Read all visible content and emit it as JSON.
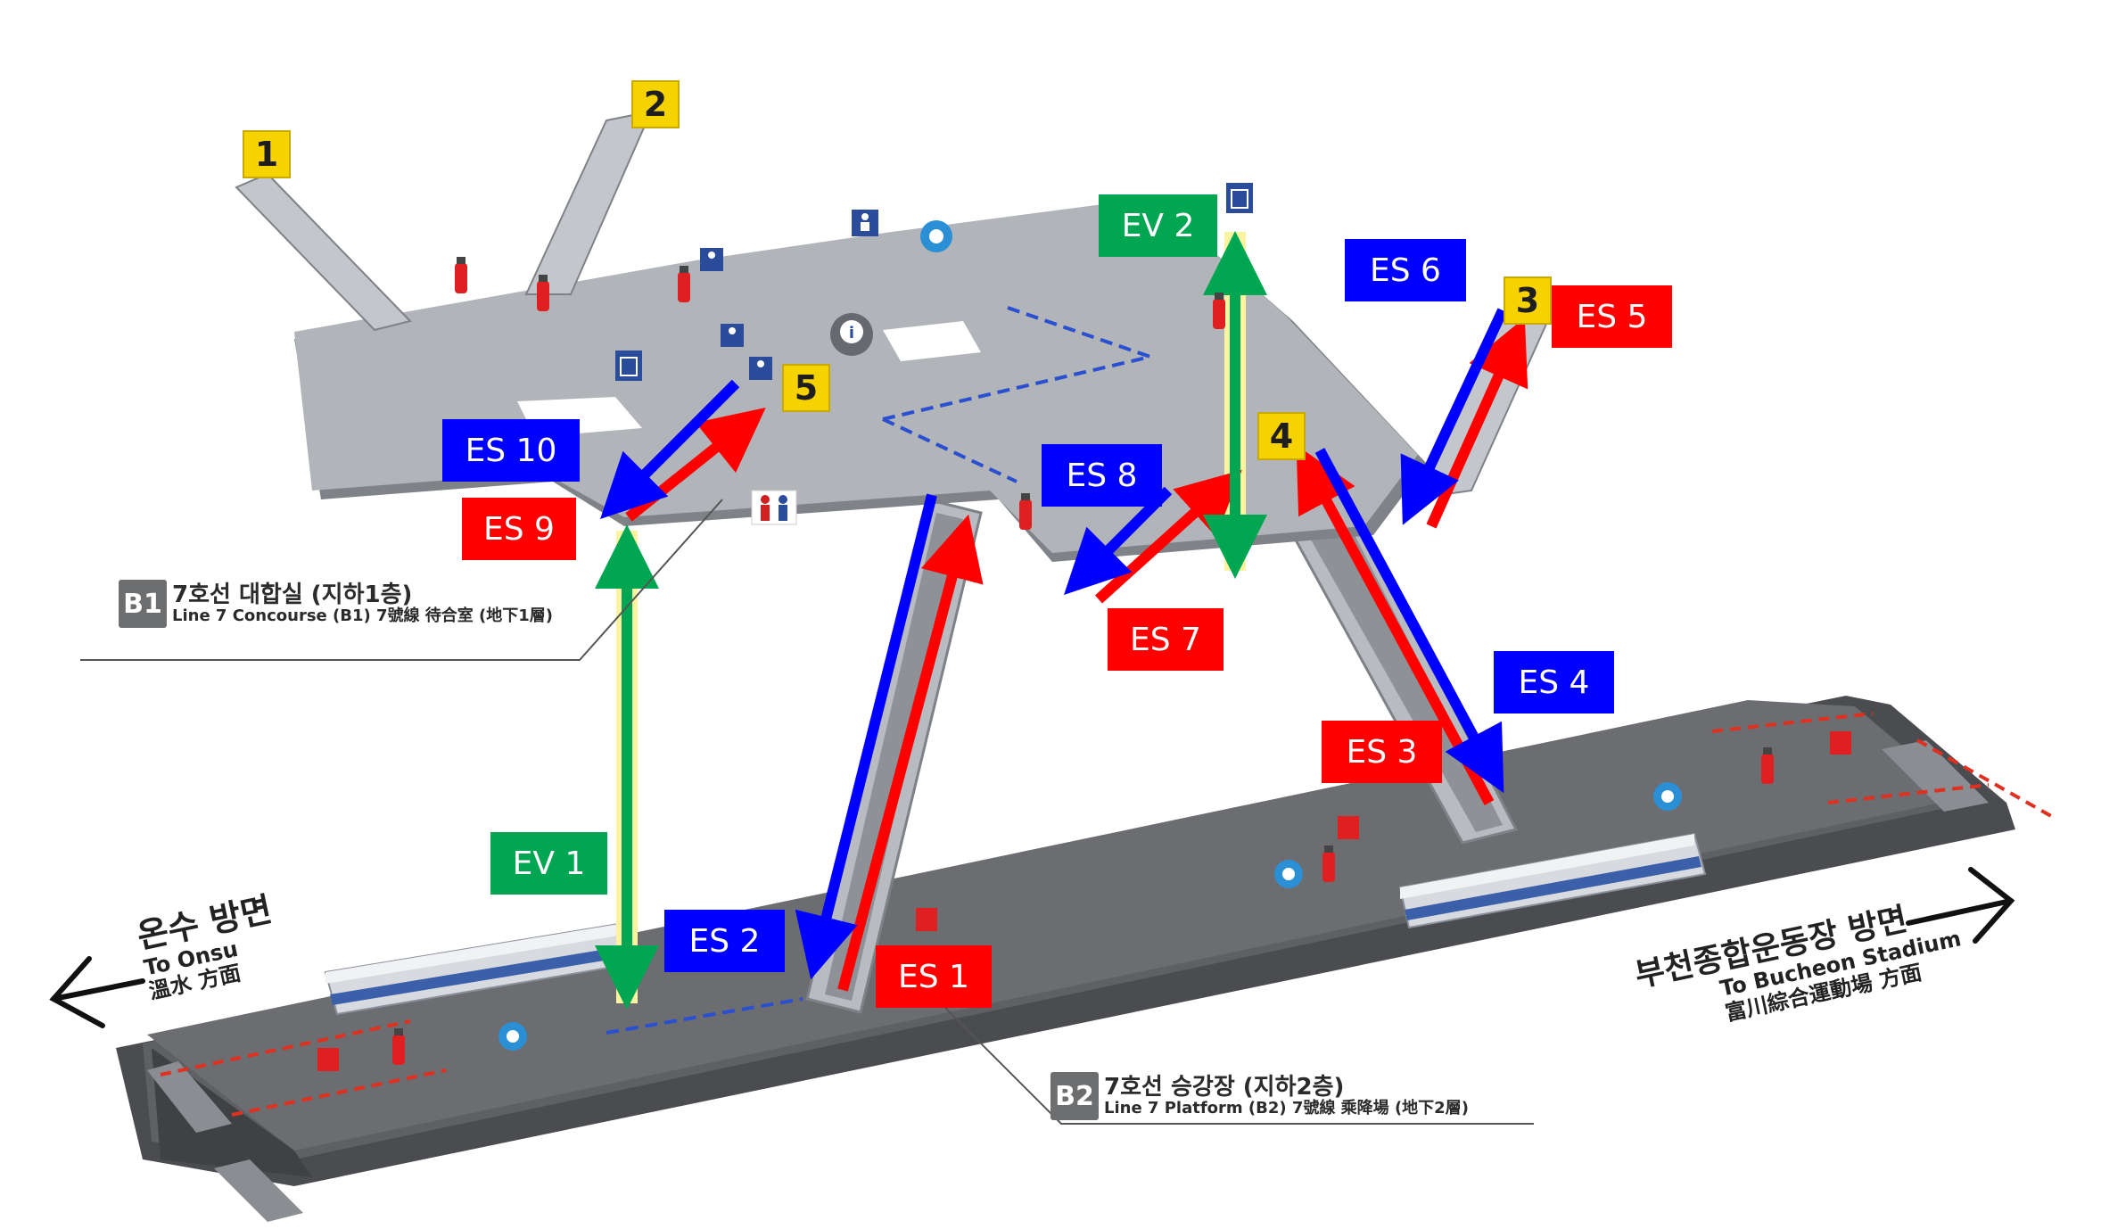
{
  "colors": {
    "up_escalator": "#ff0000",
    "down_escalator": "#0000ff",
    "elevator": "#00a651",
    "exit_badge": "#f5d200",
    "floor_badge": "#6d6e70",
    "floor_slab": "#a9acb1",
    "platform_slab": "#5a5c60"
  },
  "exits": [
    {
      "number": "1"
    },
    {
      "number": "2"
    },
    {
      "number": "3"
    },
    {
      "number": "4"
    },
    {
      "number": "5"
    }
  ],
  "escalators": [
    {
      "label": "ES 1",
      "direction": "up"
    },
    {
      "label": "ES 2",
      "direction": "down"
    },
    {
      "label": "ES 3",
      "direction": "up"
    },
    {
      "label": "ES 4",
      "direction": "down"
    },
    {
      "label": "ES 5",
      "direction": "up"
    },
    {
      "label": "ES 6",
      "direction": "down"
    },
    {
      "label": "ES 7",
      "direction": "up"
    },
    {
      "label": "ES 8",
      "direction": "down"
    },
    {
      "label": "ES 9",
      "direction": "up"
    },
    {
      "label": "ES 10",
      "direction": "down"
    }
  ],
  "elevators": [
    {
      "label": "EV 1"
    },
    {
      "label": "EV 2"
    }
  ],
  "floors": {
    "b1": {
      "badge": "B1",
      "title_ko": "7호선 대합실 (지하1층)",
      "title_en": "Line 7 Concourse (B1) 7號線 待合室 (地下1層)"
    },
    "b2": {
      "badge": "B2",
      "title_ko": "7호선 승강장 (지하2층)",
      "title_en": "Line 7 Platform (B2) 7號線 乘降場 (地下2層)"
    }
  },
  "directions": {
    "left": {
      "ko": "온수 방면",
      "en": "To Onsu",
      "hanja": "溫水 方面"
    },
    "right": {
      "ko": "부천종합운동장 방면",
      "en": "To Bucheon Stadium",
      "hanja": "富川綜合運動場 方面"
    }
  },
  "icons": [
    "fire-extinguisher-icon",
    "elevator-icon",
    "restroom-icon",
    "information-icon",
    "accessibility-icon",
    "emergency-phone-icon"
  ]
}
